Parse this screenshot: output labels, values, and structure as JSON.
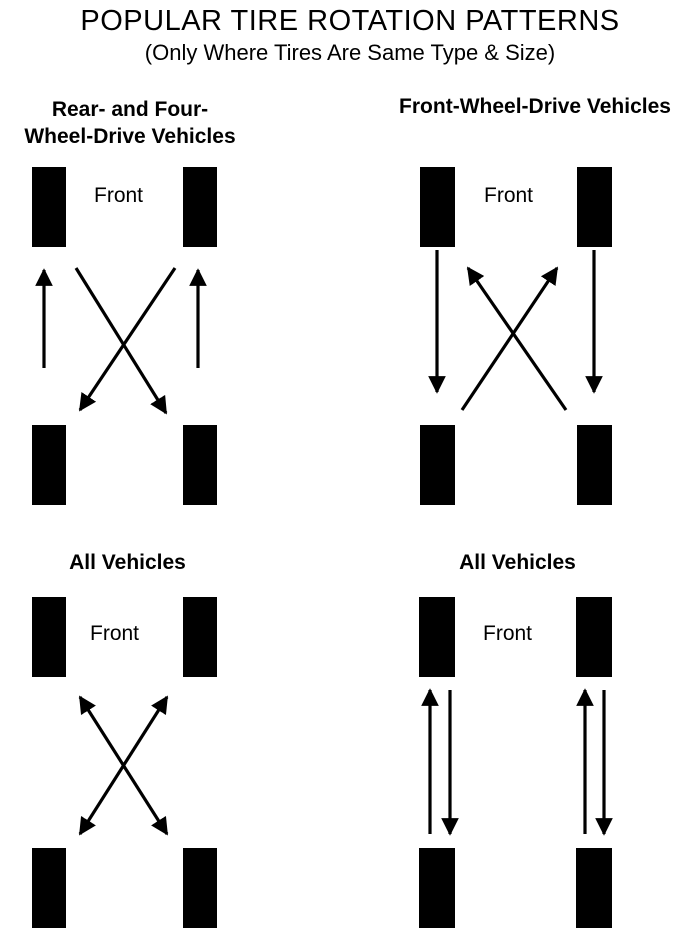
{
  "title": "POPULAR TIRE ROTATION PATTERNS",
  "subtitle": "(Only Where Tires Are Same Type & Size)",
  "panels": [
    {
      "heading_line1": "Rear- and Four-",
      "heading_line2": "Wheel-Drive Vehicles",
      "front_label": "Front"
    },
    {
      "heading": "Front-Wheel-Drive Vehicles",
      "front_label": "Front"
    },
    {
      "heading": "All Vehicles",
      "front_label": "Front"
    },
    {
      "heading": "All Vehicles",
      "front_label": "Front"
    }
  ],
  "colors": {
    "ink": "#000000",
    "background": "#ffffff"
  }
}
